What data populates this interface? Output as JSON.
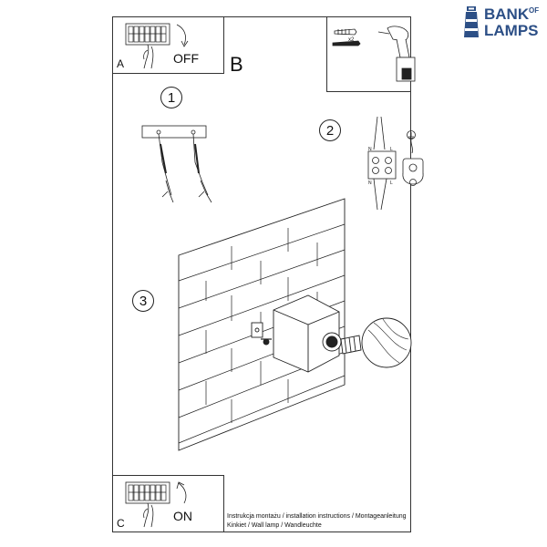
{
  "brand": {
    "line1": "BANK",
    "of": "OF",
    "line2": "LAMPS",
    "color": "#2c4f86",
    "icon": "lighthouse-icon"
  },
  "panels": {
    "a": {
      "letter": "A",
      "action": "OFF"
    },
    "b": {
      "letter": "B"
    },
    "c": {
      "letter": "C",
      "action": "ON"
    }
  },
  "tools": {
    "quantity": "x2"
  },
  "wiring": {
    "n_label": "N",
    "l_label": "L"
  },
  "steps": [
    "1",
    "2",
    "3"
  ],
  "caption": {
    "line1": "Instrukcja montażu / installation instructions / Montageanleitung",
    "line2": "Kinkiet / Wall lamp / Wandleuchte"
  }
}
